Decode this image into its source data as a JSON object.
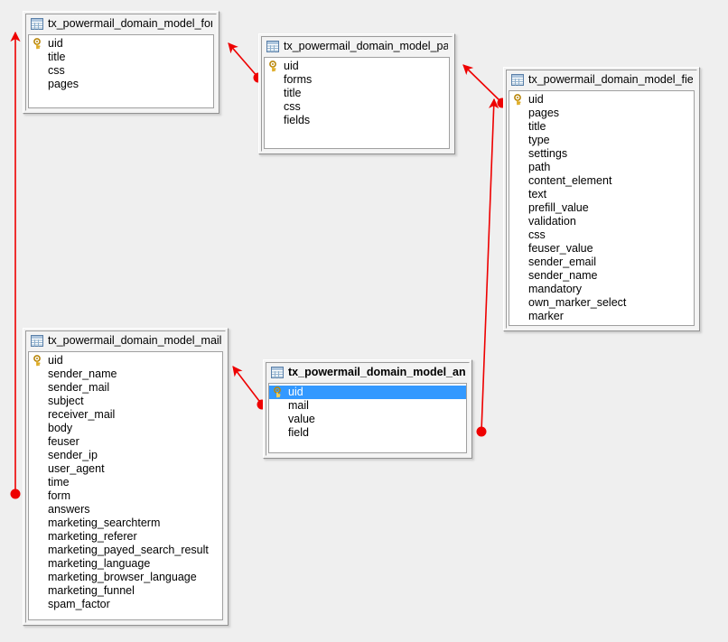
{
  "diagram": {
    "type": "entity-relationship-diagram",
    "background_color": "#efefef",
    "connector_color": "#ee0000",
    "selection_color": "#3399ff"
  },
  "entities": [
    {
      "id": "forms",
      "title": "tx_powermail_domain_model_forms",
      "icon": "table-icon",
      "selected": false,
      "attributes": [
        {
          "name": "uid",
          "key": true
        },
        {
          "name": "title",
          "key": false
        },
        {
          "name": "css",
          "key": false
        },
        {
          "name": "pages",
          "key": false
        }
      ]
    },
    {
      "id": "pages",
      "title": "tx_powermail_domain_model_pages",
      "icon": "table-icon",
      "selected": false,
      "attributes": [
        {
          "name": "uid",
          "key": true
        },
        {
          "name": "forms",
          "key": false
        },
        {
          "name": "title",
          "key": false
        },
        {
          "name": "css",
          "key": false
        },
        {
          "name": "fields",
          "key": false
        }
      ]
    },
    {
      "id": "fields",
      "title": "tx_powermail_domain_model_fields",
      "icon": "table-icon",
      "selected": false,
      "attributes": [
        {
          "name": "uid",
          "key": true
        },
        {
          "name": "pages",
          "key": false
        },
        {
          "name": "title",
          "key": false
        },
        {
          "name": "type",
          "key": false
        },
        {
          "name": "settings",
          "key": false
        },
        {
          "name": "path",
          "key": false
        },
        {
          "name": "content_element",
          "key": false
        },
        {
          "name": "text",
          "key": false
        },
        {
          "name": "prefill_value",
          "key": false
        },
        {
          "name": "validation",
          "key": false
        },
        {
          "name": "css",
          "key": false
        },
        {
          "name": "feuser_value",
          "key": false
        },
        {
          "name": "sender_email",
          "key": false
        },
        {
          "name": "sender_name",
          "key": false
        },
        {
          "name": "mandatory",
          "key": false
        },
        {
          "name": "own_marker_select",
          "key": false
        },
        {
          "name": "marker",
          "key": false
        }
      ]
    },
    {
      "id": "mails",
      "title": "tx_powermail_domain_model_mails",
      "icon": "table-icon",
      "selected": false,
      "attributes": [
        {
          "name": "uid",
          "key": true
        },
        {
          "name": "sender_name",
          "key": false
        },
        {
          "name": "sender_mail",
          "key": false
        },
        {
          "name": "subject",
          "key": false
        },
        {
          "name": "receiver_mail",
          "key": false
        },
        {
          "name": "body",
          "key": false
        },
        {
          "name": "feuser",
          "key": false
        },
        {
          "name": "sender_ip",
          "key": false
        },
        {
          "name": "user_agent",
          "key": false
        },
        {
          "name": "time",
          "key": false
        },
        {
          "name": "form",
          "key": false
        },
        {
          "name": "answers",
          "key": false
        },
        {
          "name": "marketing_searchterm",
          "key": false
        },
        {
          "name": "marketing_referer",
          "key": false
        },
        {
          "name": "marketing_payed_search_result",
          "key": false
        },
        {
          "name": "marketing_language",
          "key": false
        },
        {
          "name": "marketing_browser_language",
          "key": false
        },
        {
          "name": "marketing_funnel",
          "key": false
        },
        {
          "name": "spam_factor",
          "key": false
        }
      ]
    },
    {
      "id": "answer",
      "title": "tx_powermail_domain_model_answer",
      "icon": "table-icon",
      "selected": true,
      "attributes": [
        {
          "name": "uid",
          "key": true,
          "highlighted": true
        },
        {
          "name": "mail",
          "key": false
        },
        {
          "name": "value",
          "key": false
        },
        {
          "name": "field",
          "key": false
        }
      ]
    }
  ],
  "relations": [
    {
      "id": "mails-forms",
      "from": "mails.form",
      "to": "forms.uid",
      "arrow_at": "to"
    },
    {
      "id": "pages-forms",
      "from": "pages.uid",
      "to": "forms",
      "arrow_at": "to"
    },
    {
      "id": "fields-pages",
      "from": "fields.uid",
      "to": "pages",
      "arrow_at": "to"
    },
    {
      "id": "answer-fields",
      "from": "answer.field",
      "to": "fields",
      "arrow_at": "to"
    },
    {
      "id": "answer-mails",
      "from": "answer.uid",
      "to": "mails",
      "arrow_at": "to"
    }
  ]
}
